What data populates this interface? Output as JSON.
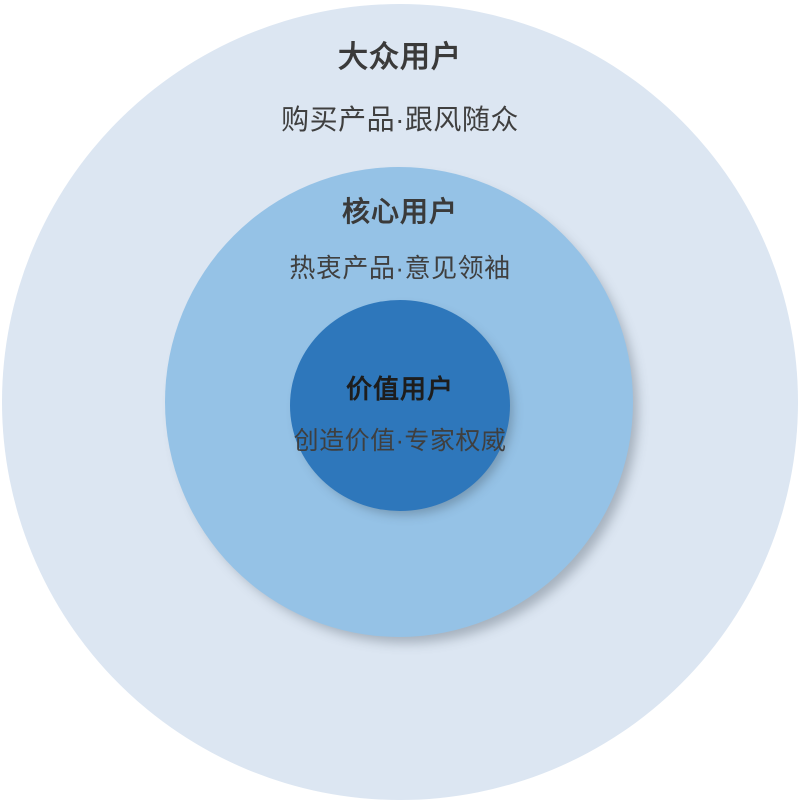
{
  "diagram": {
    "type": "concentric-circles",
    "background_color": "#ffffff",
    "layers": [
      {
        "id": "mass-users",
        "title": "大众用户",
        "subtitle": "购买产品·跟风随众",
        "fill_color": "#dce6f2",
        "title_color": "#3a3a3a",
        "subtitle_color": "#3f3f3f"
      },
      {
        "id": "core-users",
        "title": "核心用户",
        "subtitle": "热衷产品·意见领袖",
        "fill_color": "#95c2e6",
        "title_color": "#3a3a3a",
        "subtitle_color": "#3f3f3f"
      },
      {
        "id": "value-users",
        "title": "价值用户",
        "subtitle": "创造价值·专家权威",
        "fill_color": "#2e77bb",
        "title_color": "#1d1d1d",
        "subtitle_color": "#3f3f3f"
      }
    ]
  }
}
